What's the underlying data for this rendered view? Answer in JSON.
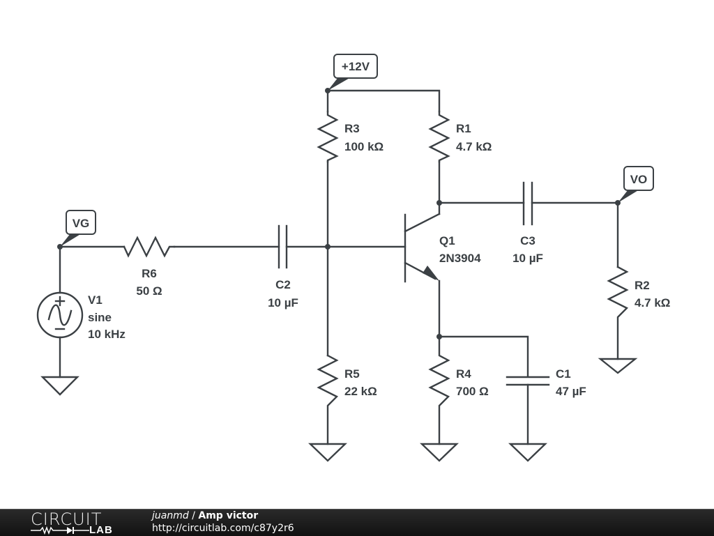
{
  "schematic": {
    "net_labels": {
      "vcc": "+12V",
      "vg": "VG",
      "vo": "VO"
    },
    "components": {
      "R1": {
        "name": "R1",
        "value": "4.7 kΩ"
      },
      "R2": {
        "name": "R2",
        "value": "4.7 kΩ"
      },
      "R3": {
        "name": "R3",
        "value": "100 kΩ"
      },
      "R4": {
        "name": "R4",
        "value": "700 Ω"
      },
      "R5": {
        "name": "R5",
        "value": "22 kΩ"
      },
      "R6": {
        "name": "R6",
        "value": "50 Ω"
      },
      "C1": {
        "name": "C1",
        "value": "47 µF"
      },
      "C2": {
        "name": "C2",
        "value": "10 µF"
      },
      "C3": {
        "name": "C3",
        "value": "10 µF"
      },
      "Q1": {
        "name": "Q1",
        "value": "2N3904"
      },
      "V1": {
        "name": "V1",
        "type": "sine",
        "value": "10 kHz"
      }
    }
  },
  "footer": {
    "logo_top": "CIRCUIT",
    "logo_bottom": "LAB",
    "user": "juanmd",
    "separator": " / ",
    "project": "Amp victor",
    "url": "http://circuitlab.com/c87y2r6"
  }
}
